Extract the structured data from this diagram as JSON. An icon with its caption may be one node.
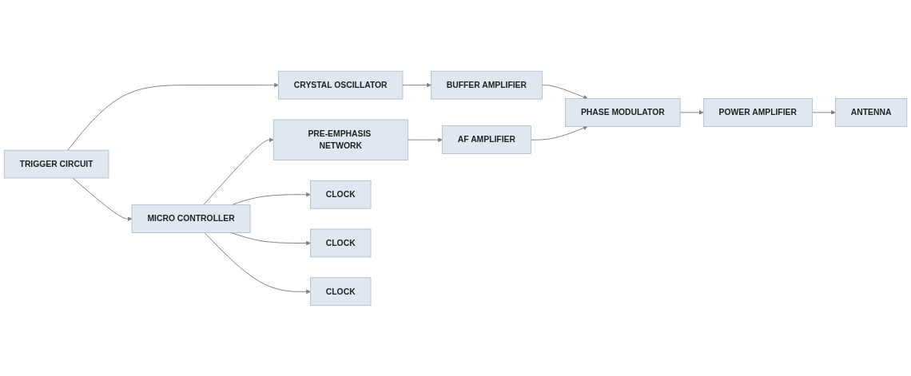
{
  "diagram": {
    "nodes": [
      {
        "text": [
          "TRIGGER CIRCUIT"
        ]
      },
      {
        "text": [
          "CRYSTAL OSCILLATOR"
        ]
      },
      {
        "text": [
          "BUFFER AMPLIFIER"
        ]
      },
      {
        "text": [
          "PHASE MODULATOR"
        ]
      },
      {
        "text": [
          "POWER AMPLIFIER"
        ]
      },
      {
        "text": [
          "ANTENNA"
        ]
      },
      {
        "text": [
          "MICRO CONTROLLER"
        ]
      },
      {
        "text": [
          "PRE-EMPHASIS NETWORK"
        ]
      },
      {
        "text": [
          "AF AMPLIFIER"
        ]
      },
      {
        "text": [
          "CLOCK"
        ]
      },
      {
        "text": [
          "CLOCK"
        ]
      },
      {
        "text": [
          "CLOCK"
        ]
      }
    ],
    "edges": [
      {
        "from": 0,
        "to": 1,
        "arrow": "to"
      },
      {
        "from": 0,
        "to": 6,
        "arrow": "to"
      },
      {
        "from": 1,
        "to": 2,
        "arrow": "to"
      },
      {
        "from": 2,
        "to": 3,
        "arrow": "to"
      },
      {
        "from": 3,
        "to": 4,
        "arrow": "to"
      },
      {
        "from": 4,
        "to": 5,
        "arrow": "to"
      },
      {
        "from": 6,
        "to": 7,
        "arrow": "to"
      },
      {
        "from": 7,
        "to": 8,
        "arrow": "to"
      },
      {
        "from": 8,
        "to": 3,
        "arrow": "to"
      },
      {
        "from": 6,
        "to": 9,
        "arrow": "to"
      },
      {
        "from": 6,
        "to": 10,
        "arrow": "to"
      },
      {
        "from": 6,
        "to": 11,
        "arrow": "to"
      }
    ]
  }
}
